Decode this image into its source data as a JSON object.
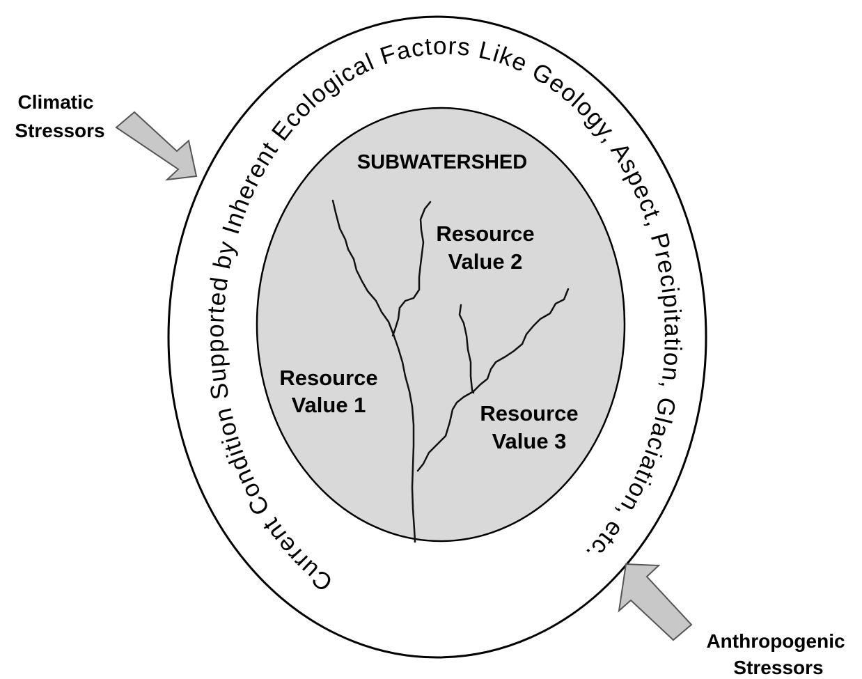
{
  "diagram": {
    "subwatershed_title": "SUBWATERSHED",
    "resource_values": [
      {
        "line1": "Resource",
        "line2": "Value 1"
      },
      {
        "line1": "Resource",
        "line2": "Value 2"
      },
      {
        "line1": "Resource",
        "line2": "Value 3"
      }
    ],
    "ring_text": "Current  Condition  Supported  by  Inherent  Ecological Factors  Like  Geology,  Aspect,  Precipitation,  Glaciation,  etc.",
    "stressors": {
      "climatic": {
        "line1": "Climatic",
        "line2": "Stressors"
      },
      "anthropogenic": {
        "line1": "Anthropogenic",
        "line2": "Stressors"
      }
    },
    "colors": {
      "inner_fill": "#d9d9d9",
      "arrow_fill": "#c8c8c8",
      "stroke": "#000000",
      "stream": "#111111"
    }
  }
}
